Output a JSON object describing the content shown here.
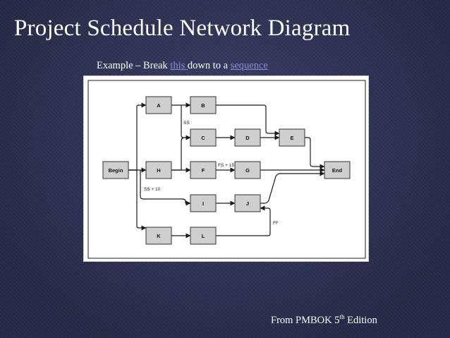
{
  "slide": {
    "title": "Project Schedule Network Diagram",
    "subtitle_prefix": "Example – Break ",
    "subtitle_link1": "this ",
    "subtitle_middle": "down to a ",
    "subtitle_link2": "sequence",
    "footer_prefix": "From PMBOK 5",
    "footer_sup": "th",
    "footer_suffix": " Edition"
  },
  "diagram": {
    "nodes": [
      "Begin",
      "A",
      "B",
      "C",
      "D",
      "E",
      "H",
      "F",
      "G",
      "End",
      "I",
      "J",
      "K",
      "L"
    ],
    "relationship_labels": [
      "SS",
      "FS + 15",
      "SS + 10",
      "FF"
    ]
  }
}
